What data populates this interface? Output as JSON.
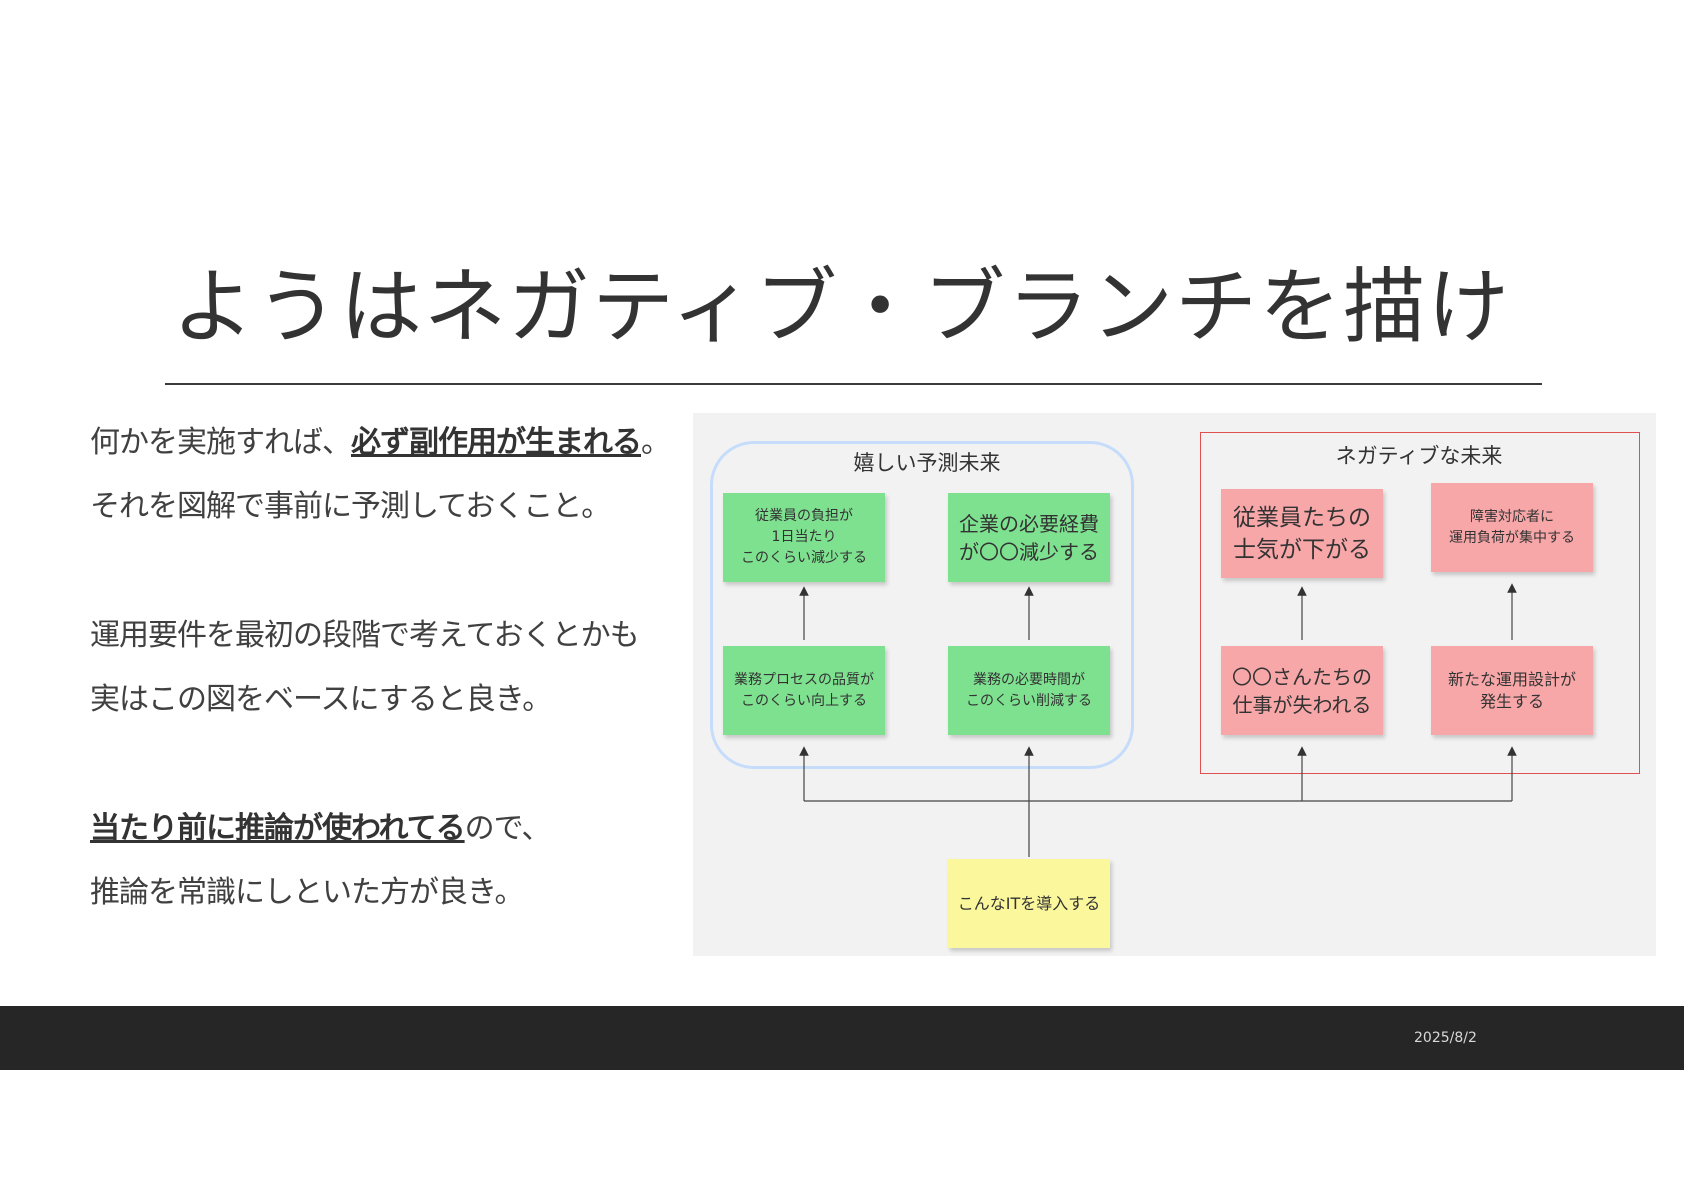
{
  "slide": {
    "title": "ようはネガティブ・ブランチを描け"
  },
  "body": {
    "line1_pre": "何かを実施すれば、",
    "line1_em": "必ず副作用が生まれる",
    "line1_post": "。",
    "line2": "それを図解で事前に予測しておくこと。",
    "line3": "運用要件を最初の段階で考えておくとかも",
    "line4": "実はこの図をベースにすると良き。",
    "line5_em": "当たり前に推論が使われてる",
    "line5_post": "ので、",
    "line6": "推論を常識にしといた方が良き。"
  },
  "diagram": {
    "happy_label": "嬉しい予測未来",
    "negative_label": "ネガティブな未来",
    "notes": {
      "g1": "従業員の負担が\n1日当たり\nこのくらい減少する",
      "g2": "企業の必要経費\nが〇〇減少する",
      "g3": "業務プロセスの品質が\nこのくらい向上する",
      "g4": "業務の必要時間が\nこのくらい削減する",
      "p1": "従業員たちの\n士気が下がる",
      "p2": "障害対応者に\n運用負荷が集中する",
      "p3": "〇〇さんたちの\n仕事が失われる",
      "p4": "新たな運用設計が\n発生する",
      "root": "こんなITを導入する"
    },
    "colors": {
      "green_note": "#7ee190",
      "pink_note": "#f8a7a9",
      "yellow_note": "#fbf79c",
      "happy_border": "#c6dcfb",
      "negative_border": "#e05050"
    }
  },
  "footer": {
    "date": "2025/8/2"
  }
}
